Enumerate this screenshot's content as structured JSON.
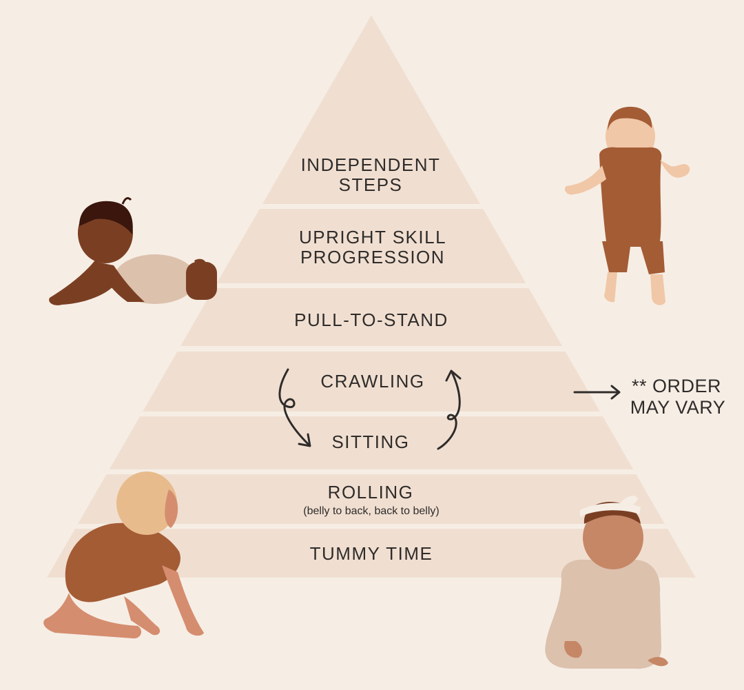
{
  "colors": {
    "background": "#f6eee5",
    "tier_fill": "#f0dfd1",
    "text": "#2f2c2a",
    "skin_dark": "#7a3f23",
    "skin_medium": "#c68766",
    "skin_light": "#f0c7a7",
    "clothing_rust": "#a45c35",
    "clothing_beige": "#dcc1ad",
    "hair_blonde": "#e8bb8c",
    "hair_dark": "#3a160d"
  },
  "pyramid": {
    "tiers": [
      {
        "lines": [
          "INDEPENDENT",
          "STEPS"
        ],
        "sub": ""
      },
      {
        "lines": [
          "UPRIGHT SKILL",
          "PROGRESSION"
        ],
        "sub": ""
      },
      {
        "lines": [
          "PULL-TO-STAND"
        ],
        "sub": ""
      },
      {
        "lines": [
          "CRAWLING"
        ],
        "sub": ""
      },
      {
        "lines": [
          "SITTING"
        ],
        "sub": ""
      },
      {
        "lines": [
          "ROLLING"
        ],
        "sub": "(belly to back, back to belly)"
      },
      {
        "lines": [
          "TUMMY TIME"
        ],
        "sub": ""
      }
    ]
  },
  "note": {
    "lines": [
      "** ORDER",
      "MAY VARY"
    ]
  },
  "illustrations": [
    "baby-tummy-time",
    "baby-standing",
    "baby-crawling",
    "baby-sitting"
  ]
}
